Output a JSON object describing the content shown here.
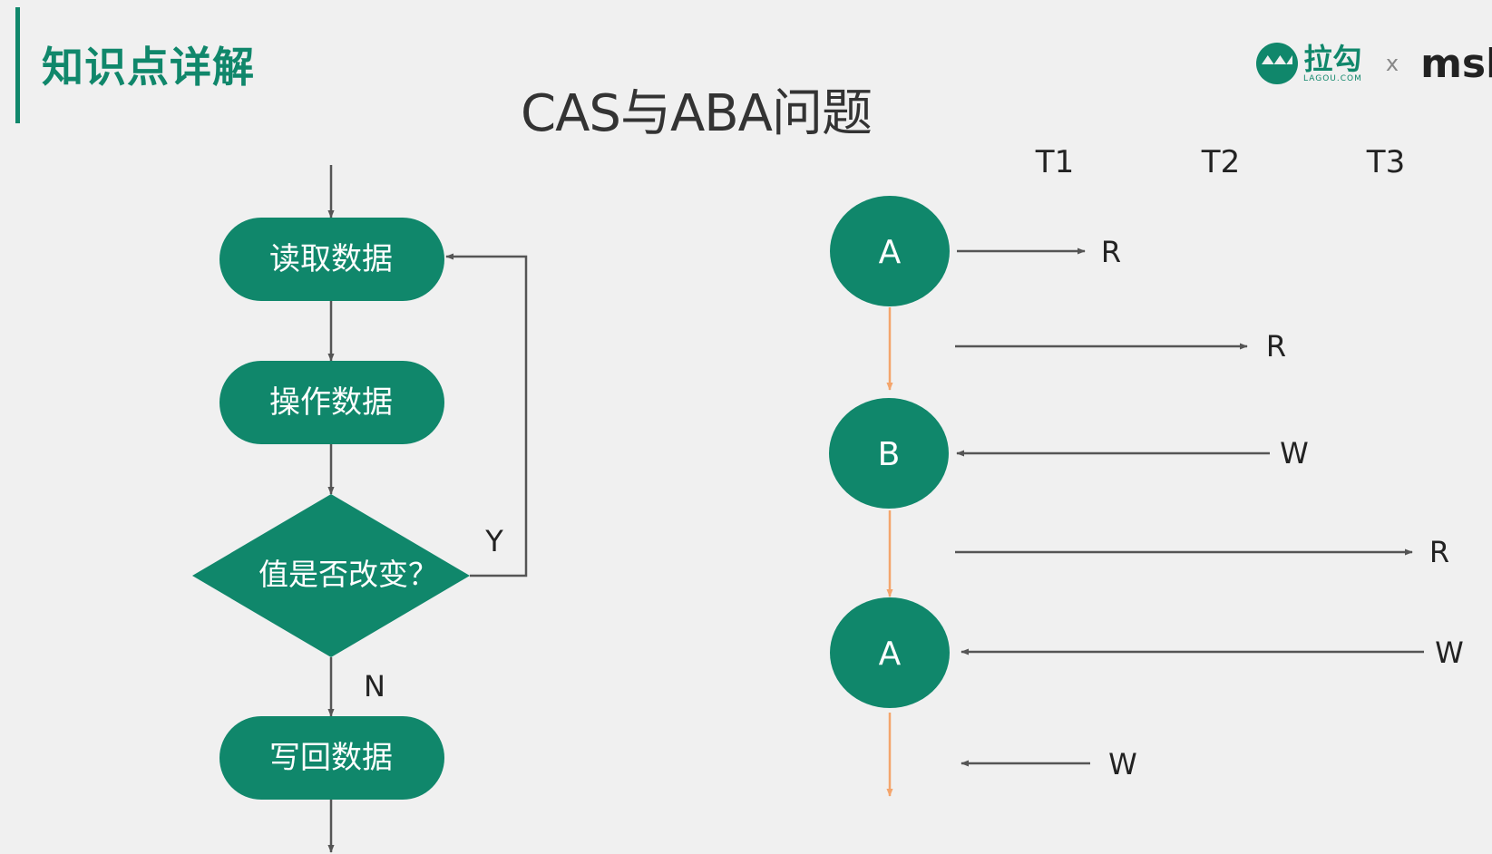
{
  "header": {
    "section_title": "知识点详解",
    "main_title": "CAS与ABA问题"
  },
  "logo": {
    "brand_cn": "拉勾",
    "brand_en": "LAGOU.COM",
    "separator": "x",
    "partner": "msb"
  },
  "colors": {
    "primary": "#10876b",
    "line": "#555555",
    "value_arrow": "#f4a56c",
    "background": "#f0f0f0"
  },
  "flowchart": {
    "step_read": "读取数据",
    "step_operate": "操作数据",
    "decision": "值是否改变？",
    "yes_label": "Y",
    "no_label": "N",
    "step_write": "写回数据"
  },
  "timeline": {
    "threads": [
      "T1",
      "T2",
      "T3"
    ],
    "states": [
      "A",
      "B",
      "A"
    ],
    "ops": [
      "R",
      "R",
      "W",
      "R",
      "W",
      "W"
    ]
  }
}
